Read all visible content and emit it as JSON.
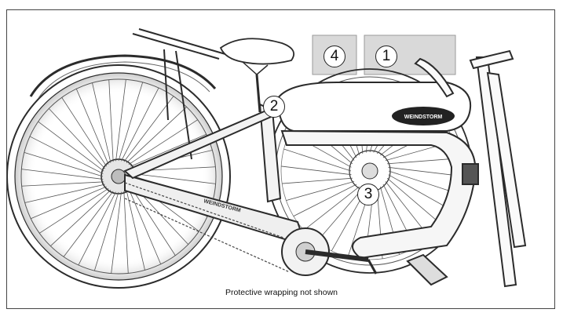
{
  "figure": {
    "callouts": [
      "1",
      "2",
      "3",
      "4"
    ],
    "caption": "Protective wrapping not shown",
    "tank_logo_text": "WEINDSTORM",
    "chainstay_text": "WEINDSTORM"
  },
  "colors": {
    "line": "#2b2b2b",
    "shade": "#cfcfcf",
    "label_box": "#d9d9d9"
  }
}
